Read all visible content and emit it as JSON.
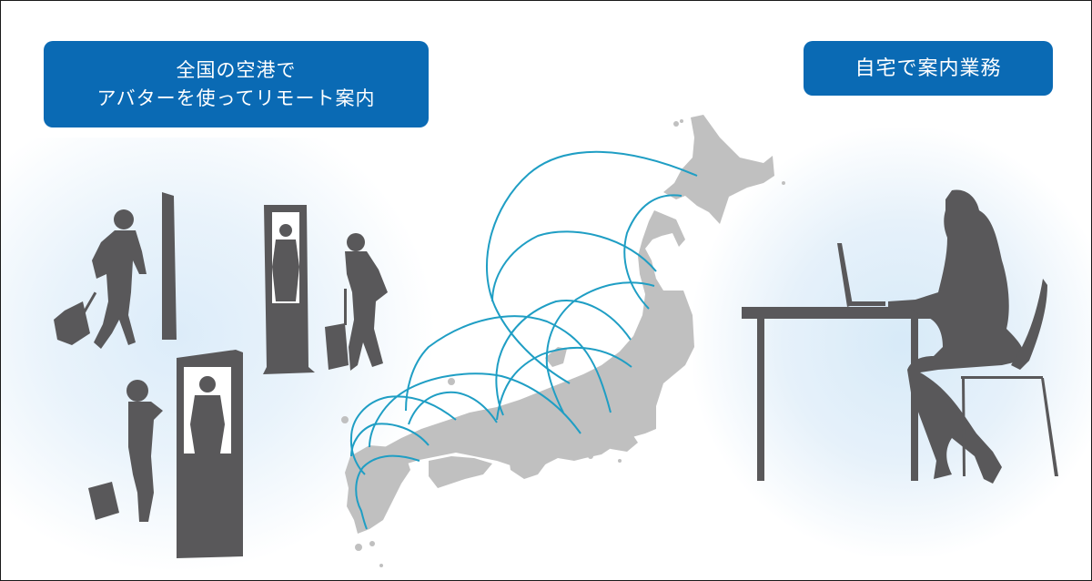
{
  "labels": {
    "airport": {
      "line1": "全国の空港で",
      "line2": "アバターを使ってリモート案内"
    },
    "home": {
      "text": "自宅で案内業務"
    }
  },
  "colors": {
    "label_bg": "#0a6ab4",
    "label_text": "#ffffff",
    "silhouette": "#59585a",
    "map": "#c0c0c0",
    "arcs": "#1f9ec4",
    "glow": "#dcecf9"
  },
  "illustration": {
    "left_scene": "travelers-with-suitcases-and-avatar-kiosks",
    "center_scene": "japan-map-with-connection-arcs",
    "right_scene": "woman-at-desk-with-laptop"
  }
}
